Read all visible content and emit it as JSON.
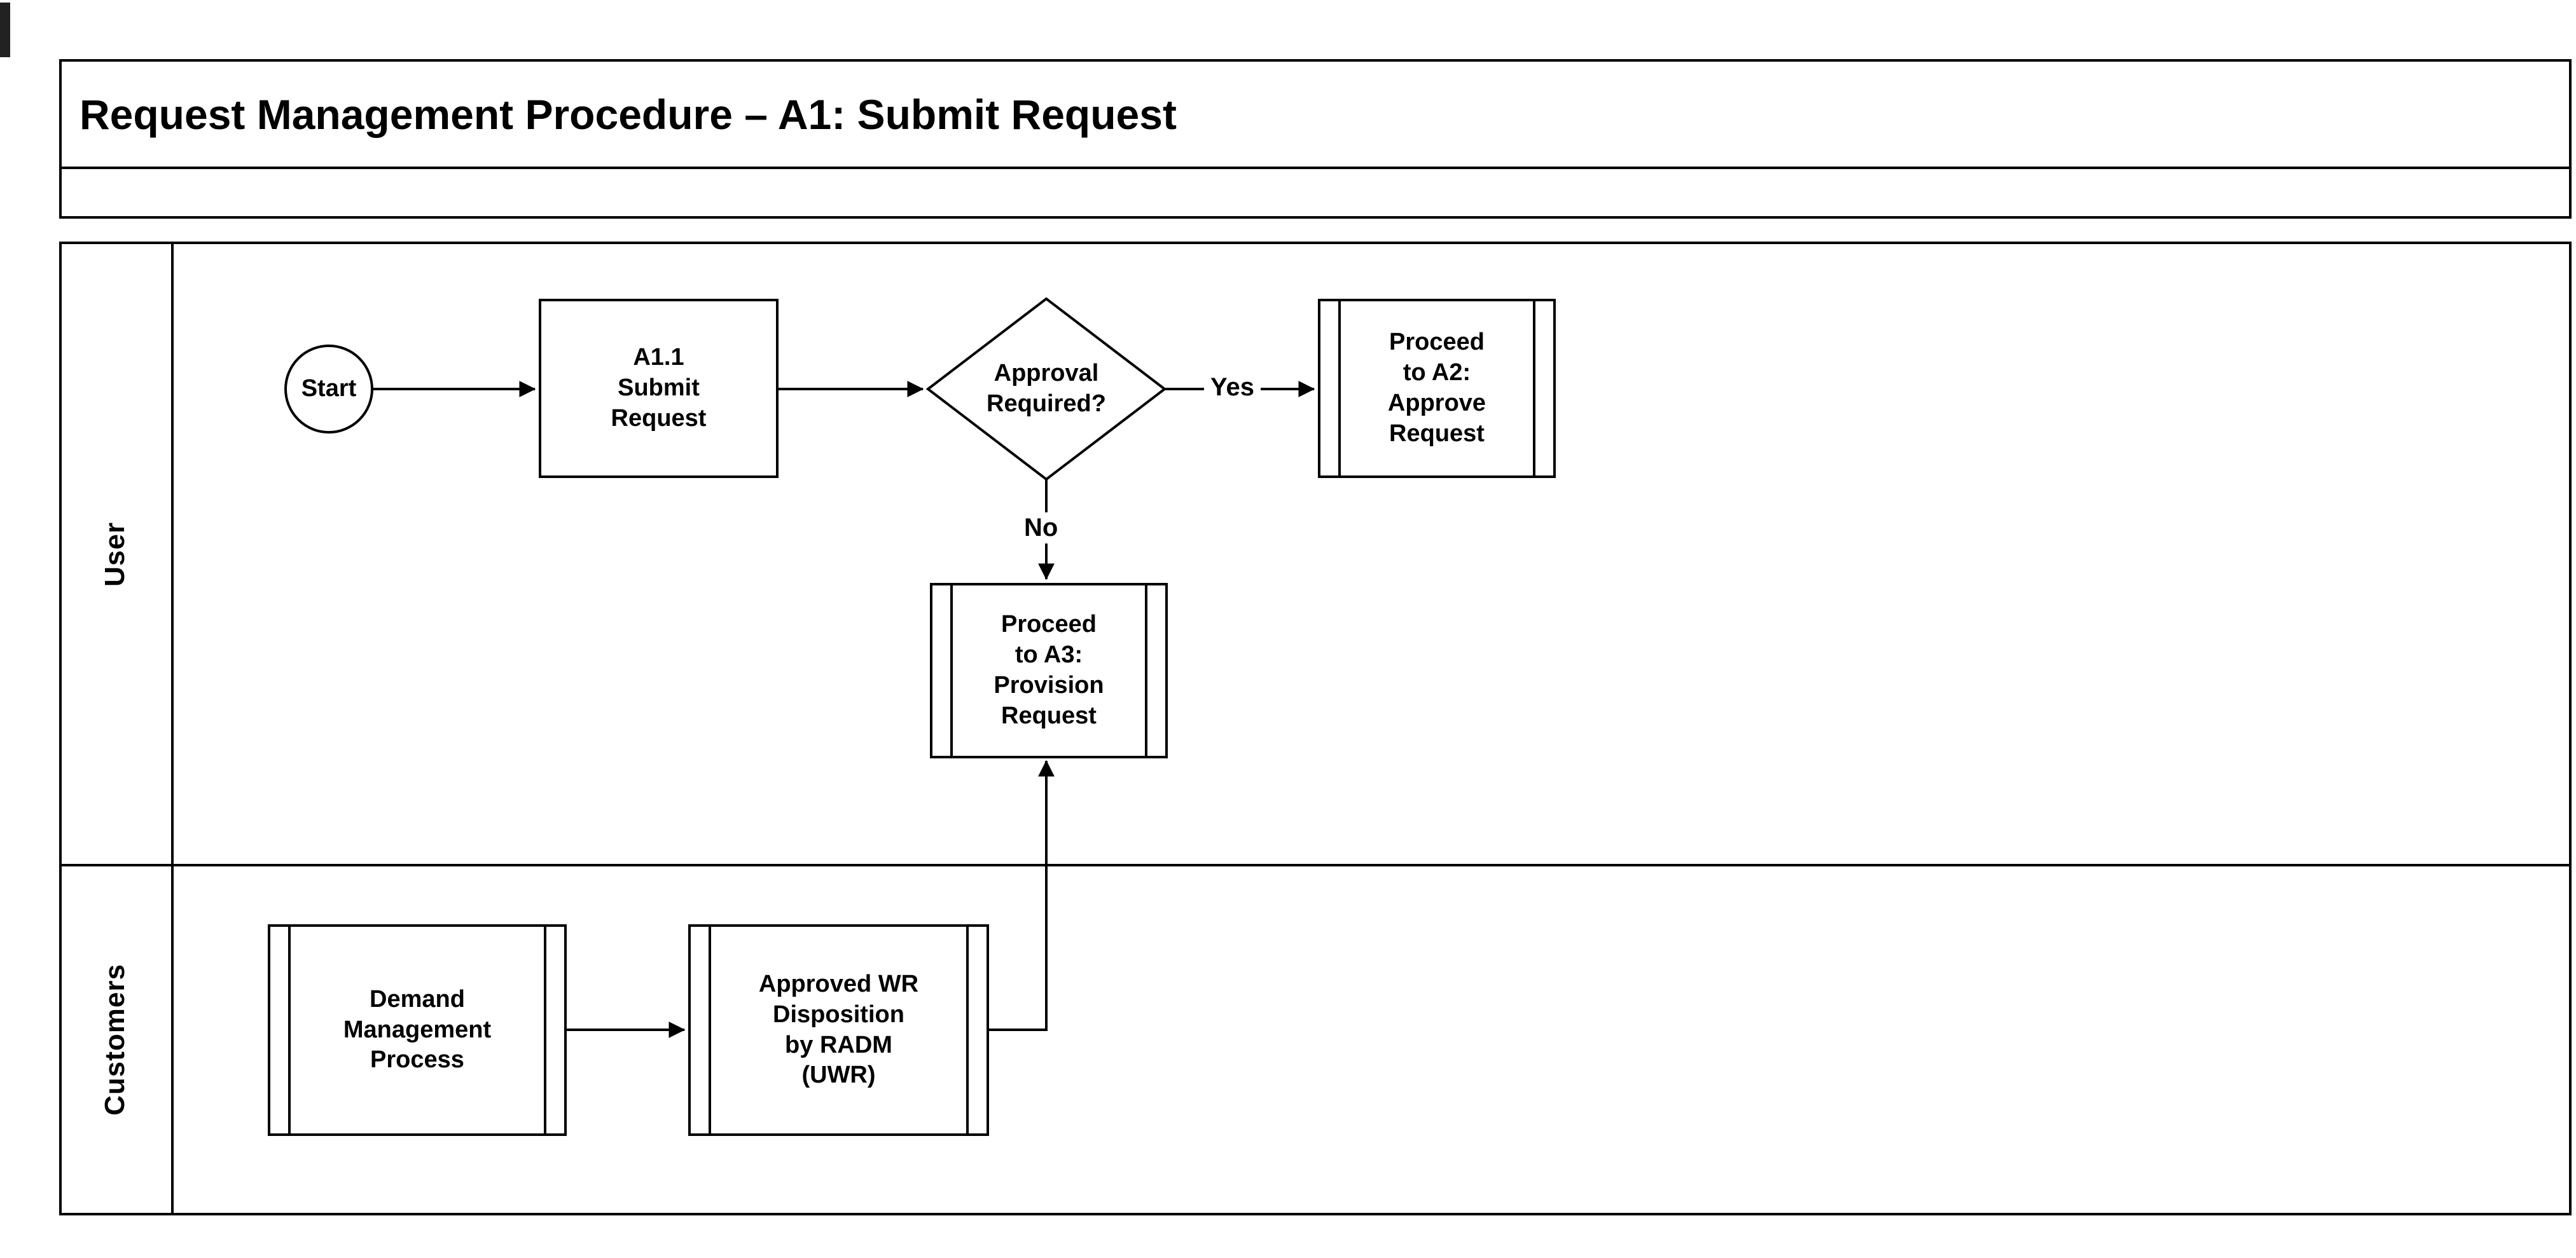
{
  "diagram": {
    "title": "Request Management Procedure – A1: Submit Request",
    "lanes": [
      {
        "label": "User"
      },
      {
        "label": "Customers"
      }
    ],
    "nodes": {
      "start": {
        "label": "Start",
        "type": "start"
      },
      "submit_request": {
        "label": "A1.1\nSubmit\nRequest",
        "type": "process"
      },
      "approval_required": {
        "label": "Approval\nRequired?",
        "type": "decision"
      },
      "proceed_to_a2": {
        "label": "Proceed\nto A2:\nApprove\nRequest",
        "type": "subprocess"
      },
      "proceed_to_a3": {
        "label": "Proceed\nto A3:\nProvision\nRequest",
        "type": "subprocess"
      },
      "demand_management": {
        "label": "Demand\nManagement\nProcess",
        "type": "subprocess"
      },
      "approved_wr_disposition": {
        "label": "Approved WR\nDisposition\nby RADM\n(UWR)",
        "type": "subprocess"
      }
    },
    "edge_labels": {
      "yes": "Yes",
      "no": "No"
    },
    "colors": {
      "line": "#000000",
      "background": "#ffffff"
    }
  }
}
